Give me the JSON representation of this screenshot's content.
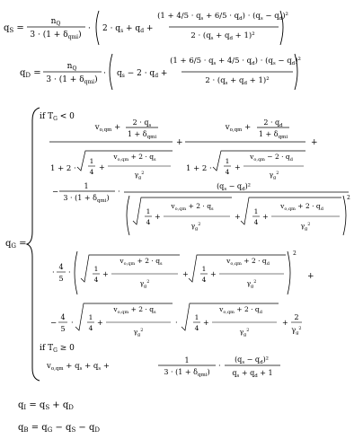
{
  "eq1": {
    "lhs": "qS =",
    "num": "nQ",
    "den": "3 · (1 + δqmi)",
    "inner": "2 · qs + qd +",
    "frac_num": "(1 + 4/5 · qs + 6/5 · qd) · (qs − qd)²",
    "frac_den": "2 · (qs + qd + 1)²"
  },
  "eq2": {
    "lhs": "qD =",
    "num": "nQ",
    "den": "3 · (1 + δqmi)",
    "inner": "qs − 2 · qd +",
    "frac_num": "(1 + 6/5 · qs + 4/5 · qd) · (qs − qd)²",
    "frac_den": "2 · (qs + qd + 1)²"
  },
  "eq3": {
    "lhs": "qG =",
    "cond_lt": "if TG < 0",
    "cond_ge": "if TG ≥ 0",
    "term_a_num": "vo,qm + 2 · qs / (1 + δqmi)",
    "term_a_den": "1 + 2 · √(1/4 + (vo,qm + 2 · qs/(1 + δqmi)) / γg²)",
    "term_b_num": "vo,qm + 2 · qd / (1 + δqmi)",
    "term_b_den": "1 + 2 · √(1/4 + (vo,qm − 2 · qd/(1 + δqmi)) / γg²)",
    "term_c": "− 1 / (3 · (1 + δqmi)) · (qs − qd)² / (√(…) + √(…))²",
    "term_d": "· 4/5 · (√(…) + √(…))² +",
    "term_e": "− 4/5 · √(…) · √(…) + 2/γg²",
    "ge_expr": "vo,qm + qs + qs + 1/(3 · (1 + δqmi)) · (qs − qd)² / (qs + qd + 1)"
  },
  "eq4": {
    "text": "qI = qS + qD"
  },
  "eq5": {
    "text": "qB = qG − qS − qD"
  }
}
